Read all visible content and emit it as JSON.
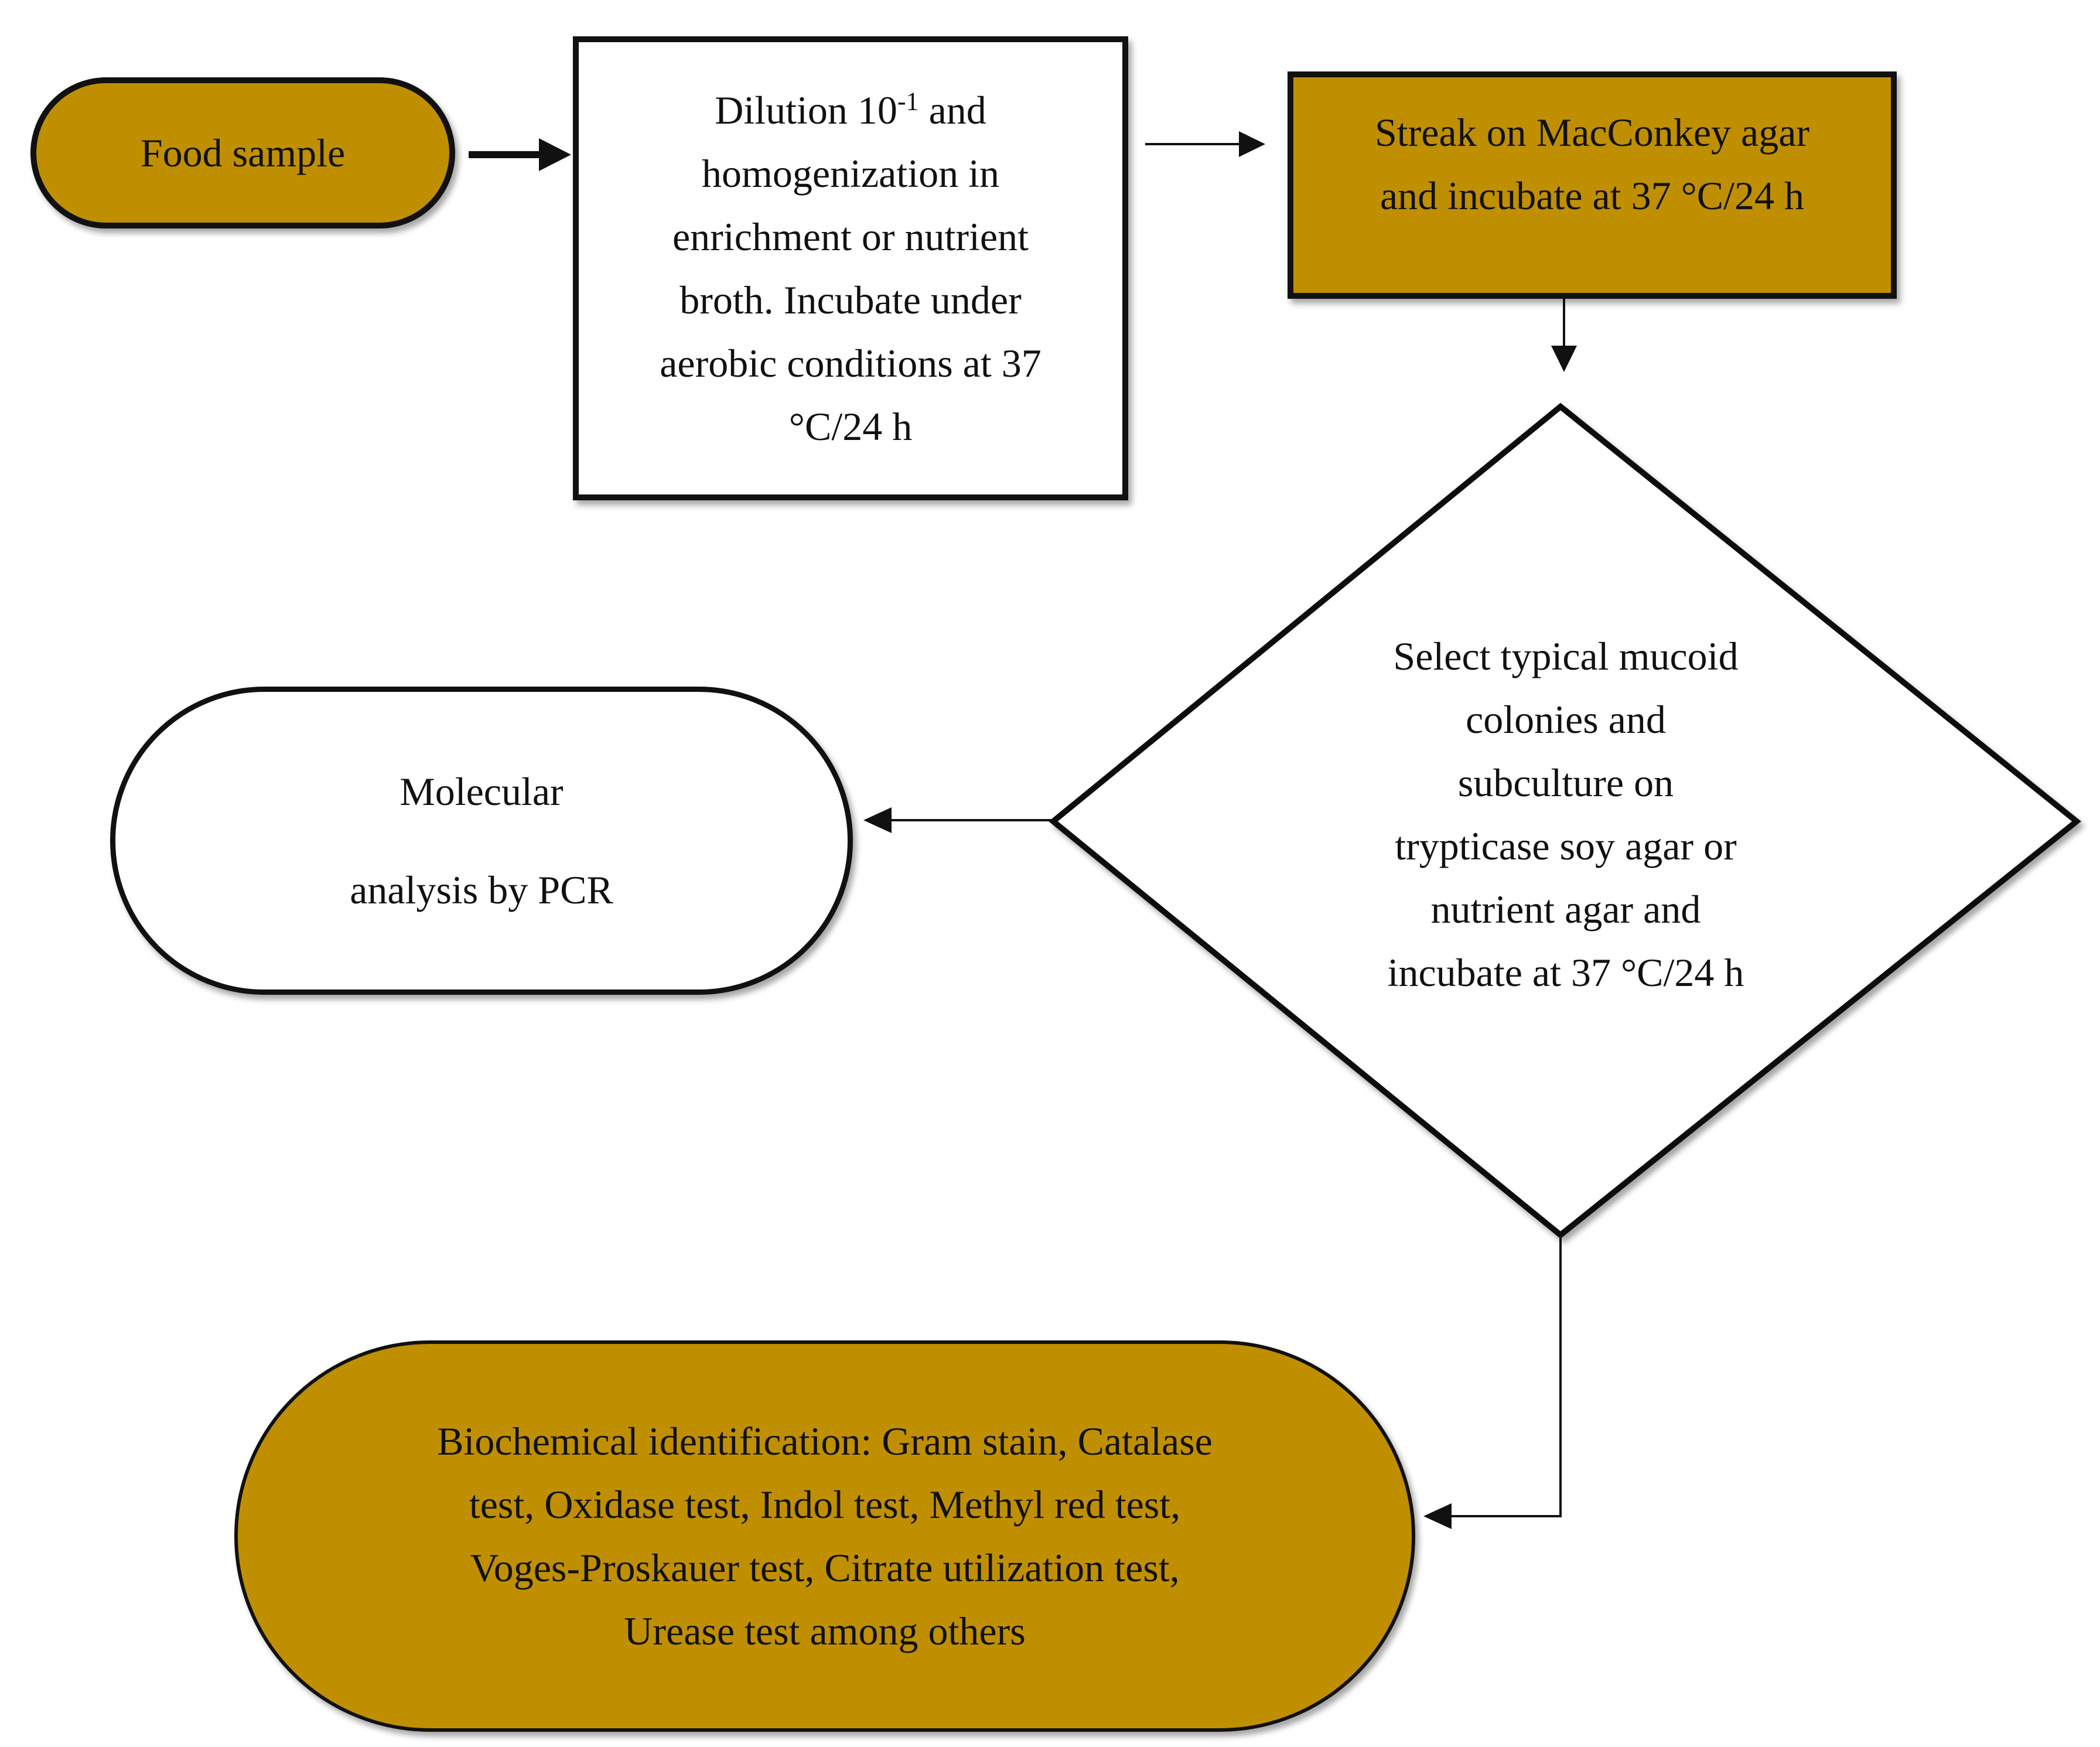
{
  "nodes": {
    "food_sample": "Food sample",
    "dilution": {
      "line1_prefix": "Dilution 10",
      "line1_exponent": "-1",
      "line1_suffix": " and",
      "rest": [
        "homogenization in",
        "enrichment or nutrient",
        "broth. Incubate under",
        "aerobic conditions at 37",
        "°C/24 h"
      ]
    },
    "streak": [
      "Streak on MacConkey agar",
      "and incubate at 37 °C/24 h"
    ],
    "select": [
      "Select typical mucoid",
      "colonies and",
      "subculture on",
      "trypticase soy agar or",
      "nutrient agar and",
      "incubate at 37 °C/24 h"
    ],
    "molecular": [
      "Molecular",
      "analysis by PCR"
    ],
    "biochemical": [
      "Biochemical identification: Gram stain, Catalase",
      "test, Oxidase test, Indol test, Methyl red test,",
      "Voges-Proskauer test, Citrate utilization test,",
      "Urease test among others"
    ]
  },
  "colors": {
    "gold_fill": "#bf8f00",
    "outline": "#111111",
    "white_fill": "#ffffff"
  }
}
